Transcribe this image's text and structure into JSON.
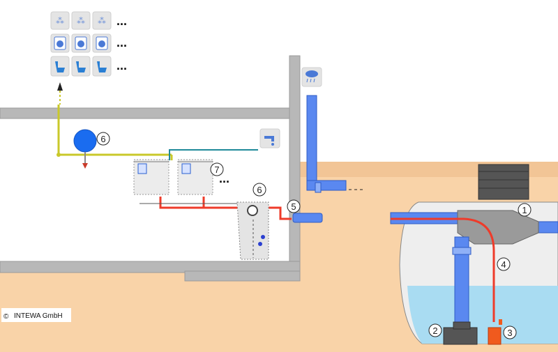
{
  "copyright": {
    "symbol": "©",
    "text": "INTEWA GmbH"
  },
  "callouts": {
    "c1": "1",
    "c2": "2",
    "c3": "3",
    "c4": "4",
    "c5": "5",
    "c6_house": "6",
    "c6_tank": "6",
    "c7": "7"
  },
  "ellipsis": "...",
  "colors": {
    "soil": "#f9d3a8",
    "soil_band": "#f2c596",
    "wall": "#b8b8b8",
    "water_pipe": "#5a88f0",
    "pipe_light": "#8fb0f7",
    "pressure_line": "#ee3b2a",
    "potable_line": "#c9c82a",
    "cistern_water": "#a9dcf2",
    "cistern_shell": "#eeeeee",
    "filter": "#9a9a9a",
    "pump": "#f05a1e"
  },
  "icons": {
    "row1": [
      "garden-sprinkler-icon",
      "garden-sprinkler-icon",
      "garden-sprinkler-icon"
    ],
    "row2": [
      "washing-machine-icon",
      "washing-machine-icon",
      "washing-machine-icon"
    ],
    "row3": [
      "toilet-icon",
      "toilet-icon",
      "toilet-icon"
    ],
    "rain": "rain-cloud-icon",
    "tap": "water-tap-icon"
  }
}
